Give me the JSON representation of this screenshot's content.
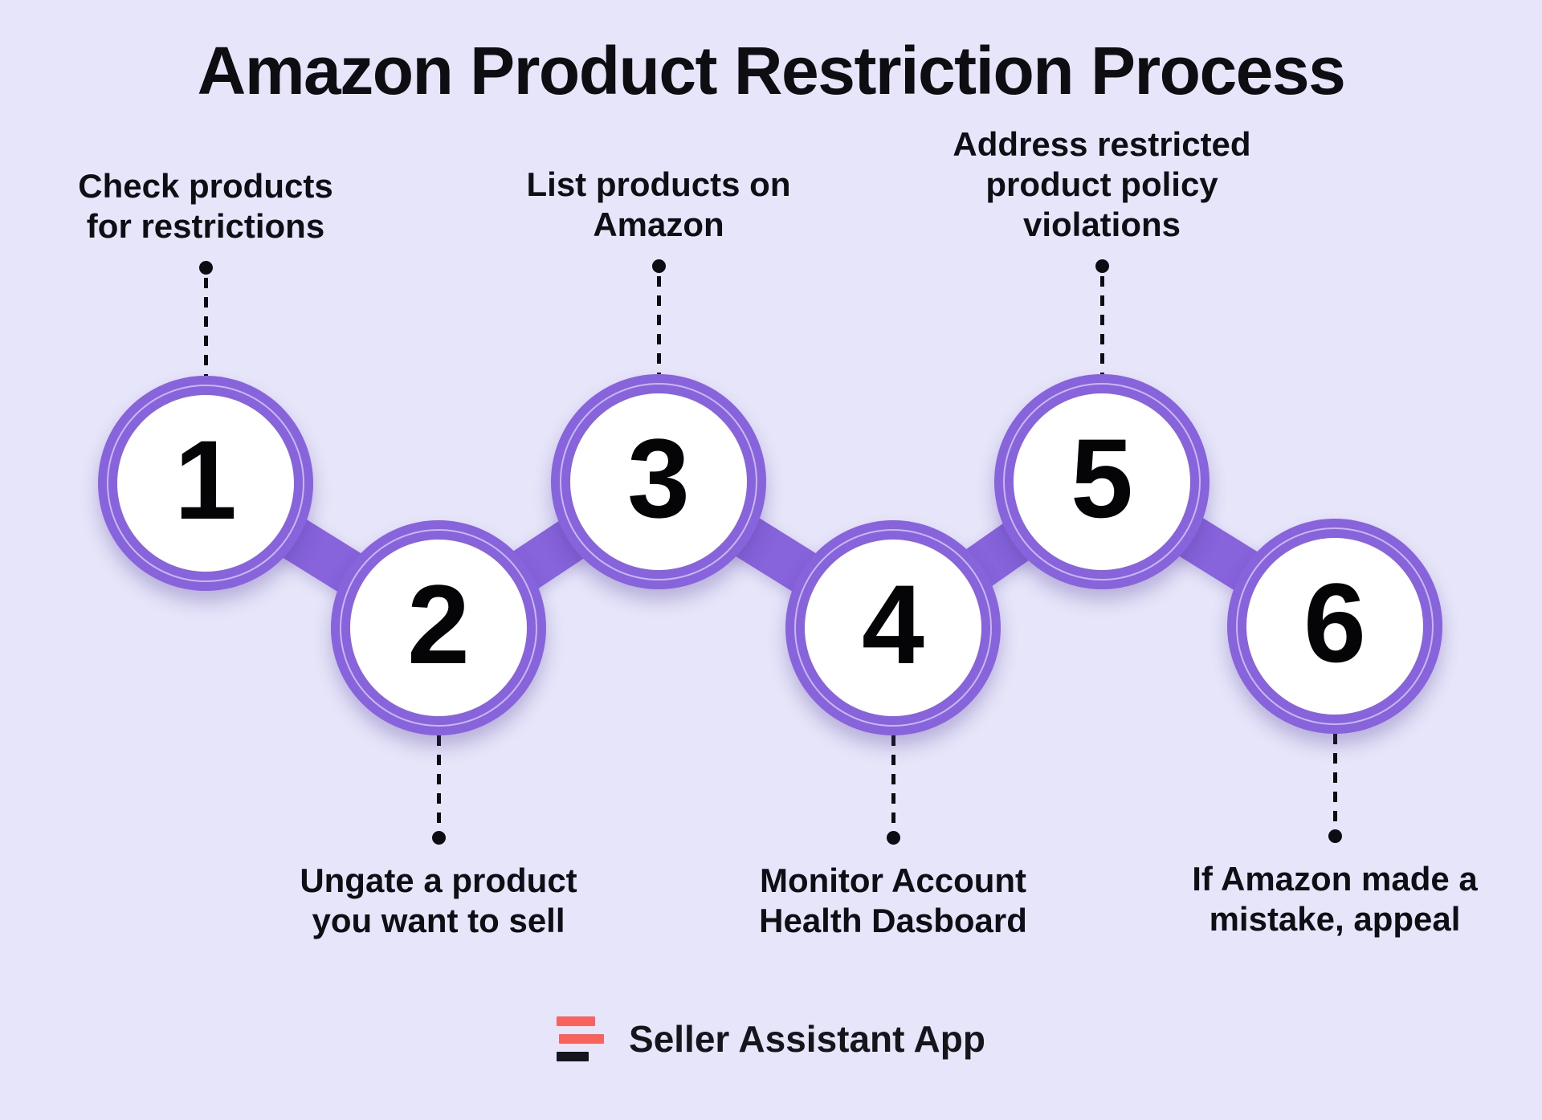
{
  "title": "Amazon Product Restriction Process",
  "colors": {
    "background": "#E6E5F9",
    "accent_purple": "#8763DC",
    "circle_fill": "#FFFFFF",
    "text": "#0E0E15",
    "logo_coral": "#F9635E",
    "logo_dark": "#15151E"
  },
  "steps": [
    {
      "number": "1",
      "label": "Check products\nfor restrictions",
      "label_position": "top"
    },
    {
      "number": "2",
      "label": "Ungate a product\nyou want to sell",
      "label_position": "bottom"
    },
    {
      "number": "3",
      "label": "List products on\nAmazon",
      "label_position": "top"
    },
    {
      "number": "4",
      "label": "Monitor Account\nHealth Dasboard",
      "label_position": "bottom"
    },
    {
      "number": "5",
      "label": "Address restricted\nproduct policy violations",
      "label_position": "top"
    },
    {
      "number": "6",
      "label": "If Amazon made a\nmistake, appeal",
      "label_position": "bottom"
    }
  ],
  "footer": {
    "brand": "Seller Assistant App",
    "logo": "three-bars-logo-icon"
  }
}
